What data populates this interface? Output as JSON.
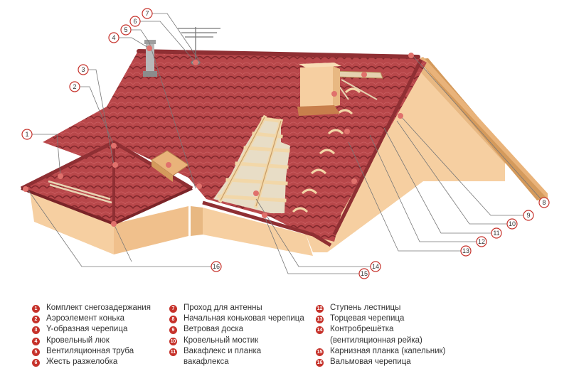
{
  "colors": {
    "tile": "#b8474a",
    "tile_dark": "#8f2f33",
    "wall": "#f6cfa1",
    "wall_shade": "#e8b882",
    "batten": "#f2d7a8",
    "marker": "#e0716c",
    "badge": "#c6322b"
  },
  "legend": {
    "col1": [
      {
        "num": "1",
        "label": "Комплект снегозадержания"
      },
      {
        "num": "2",
        "label": "Аэроэлемент конька"
      },
      {
        "num": "3",
        "label": "Y-образная черепица"
      },
      {
        "num": "4",
        "label": "Кровельный люк"
      },
      {
        "num": "5",
        "label": "Вентиляционная труба"
      },
      {
        "num": "6",
        "label": "Жесть разжелобка"
      }
    ],
    "col2": [
      {
        "num": "7",
        "label": "Проход для антенны"
      },
      {
        "num": "8",
        "label": "Начальная коньковая черепица"
      },
      {
        "num": "9",
        "label": "Ветровая доска"
      },
      {
        "num": "10",
        "label": "Кровельный мостик"
      },
      {
        "num": "11",
        "label": "Вакафлекс и планка",
        "label2": "вакафлекса"
      }
    ],
    "col3": [
      {
        "num": "12",
        "label": "Ступень лестницы"
      },
      {
        "num": "13",
        "label": "Торцевая черепица"
      },
      {
        "num": "14",
        "label": "Контробрешётка",
        "label2": "(вентиляционная рейка)"
      },
      {
        "num": "15",
        "label": "Карнизная планка (капельник)"
      },
      {
        "num": "16",
        "label": "Вальмовая черепица"
      }
    ]
  },
  "callouts": [
    "1",
    "2",
    "3",
    "4",
    "5",
    "6",
    "7",
    "8",
    "9",
    "10",
    "11",
    "12",
    "13",
    "14",
    "15",
    "16"
  ]
}
